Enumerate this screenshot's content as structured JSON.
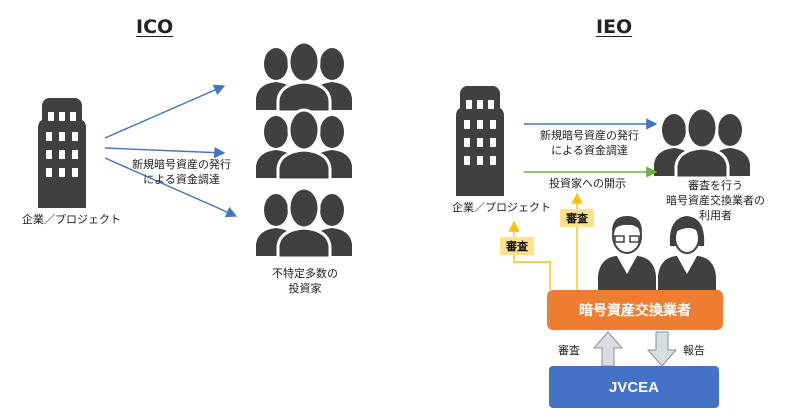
{
  "ico": {
    "title": "ICO",
    "company_label": "企業／プロジェクト",
    "flow_label_line1": "新規暗号資産の発行",
    "flow_label_line2": "による資金調達",
    "investors_line1": "不特定多数の",
    "investors_line2": "投資家"
  },
  "ieo": {
    "title": "IEO",
    "company_label": "企業／プロジェクト",
    "flow_label_line1": "新規暗号資産の発行",
    "flow_label_line2": "による資金調達",
    "disclosure_label": "投資家への開示",
    "users_line1": "審査を行う",
    "users_line2": "暗号資産交換業者の",
    "users_line3": "利用者",
    "review_tag_1": "審査",
    "review_tag_2": "審査",
    "exchange_box": "暗号資産交換業者",
    "review_arrow_label": "審査",
    "report_arrow_label": "報告",
    "jvcea_box": "JVCEA"
  },
  "colors": {
    "blue_arrow": "#4472c4",
    "green_arrow": "#70ad47",
    "yellow_arrow": "#ffc000",
    "tag_bg": "#ffe28a",
    "orange_box": "#ed7d31",
    "jvcea_box": "#4472c4",
    "icon_dark": "#404040"
  },
  "icons": [
    "building-icon",
    "people-group-icon",
    "person-icon"
  ]
}
